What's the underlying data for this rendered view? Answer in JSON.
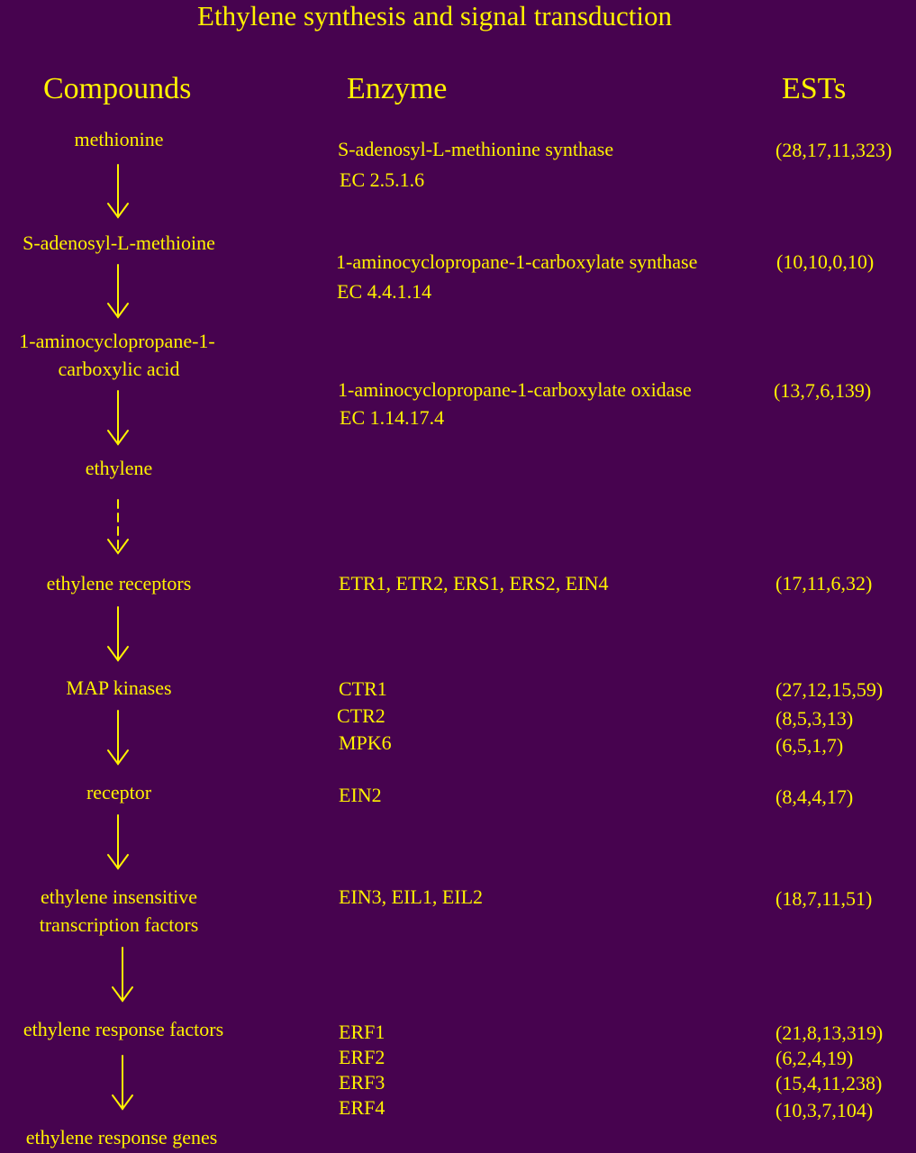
{
  "title": "Ethylene synthesis and signal transduction",
  "headers": {
    "compounds": "Compounds",
    "enzyme": "Enzyme",
    "ests": "ESTs"
  },
  "compounds": [
    "methionine",
    "S-adenosyl-L-methioine",
    "1-aminocyclopropane-1-",
    "carboxylic acid",
    "ethylene",
    "ethylene receptors",
    "MAP kinases",
    "receptor",
    "ethylene insensitive",
    "transcription factors",
    "ethylene response factors",
    "ethylene response genes"
  ],
  "enzymes": [
    "S-adenosyl-L-methionine synthase",
    "EC 2.5.1.6",
    "1-aminocyclopropane-1-carboxylate synthase",
    "EC 4.4.1.14",
    "1-aminocyclopropane-1-carboxylate oxidase",
    "EC 1.14.17.4",
    "ETR1, ETR2, ERS1, ERS2, EIN4",
    "CTR1",
    "CTR2",
    "MPK6",
    "EIN2",
    "EIN3, EIL1, EIL2",
    "ERF1",
    "ERF2",
    "ERF3",
    "ERF4"
  ],
  "ests": [
    "(28,17,11,323)",
    "(10,10,0,10)",
    "(13,7,6,139)",
    "(17,11,6,32)",
    "(27,12,15,59)",
    "(8,5,3,13)",
    "(6,5,1,7)",
    "(8,4,4,17)",
    "(18,7,11,51)",
    "(21,8,13,319)",
    "(6,2,4,19)",
    "(15,4,11,238)",
    "(10,3,7,104)"
  ],
  "colors": {
    "background": "#47034f",
    "text": "#fff200"
  }
}
